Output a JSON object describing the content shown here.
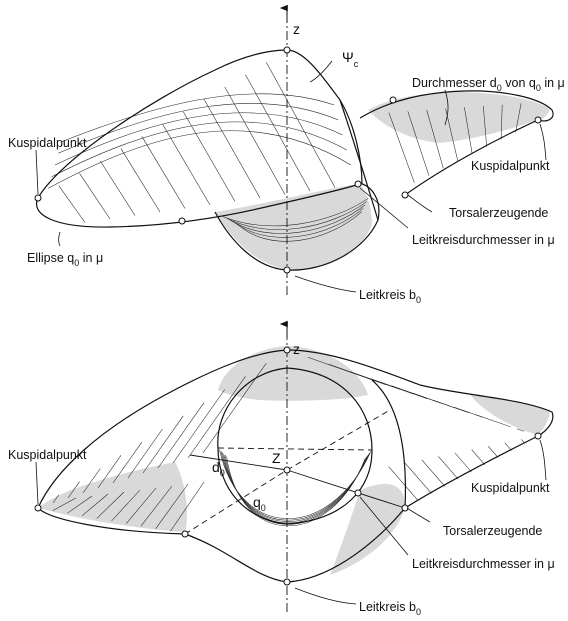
{
  "top": {
    "axis_label": "z",
    "psi": "Ψ",
    "psi_sub": "c",
    "cusp_left": "Kuspidalpunkt",
    "cusp_right": "Kuspidalpunkt",
    "diameter_a": "Durchmesser d",
    "diameter_sub": "0",
    "diameter_b": " von q",
    "diameter_sub2": "0",
    "diameter_c": " in μ",
    "torsal": "Torsalerzeugende",
    "leitkreis_diam": "Leitkreisdurchmesser in μ",
    "ellipse_a": "Ellipse q",
    "ellipse_sub": "0",
    "ellipse_b": " in μ",
    "leitkreis_a": "Leitkreis b",
    "leitkreis_sub": "0"
  },
  "bottom": {
    "axis_label": "z",
    "cusp_left": "Kuspidalpunkt",
    "cusp_right": "Kuspidalpunkt",
    "d": "d",
    "d_sub": "0",
    "center": "Z",
    "q": "q",
    "q_sub": "0",
    "torsal": "Torsalerzeugende",
    "leitkreis_diam": "Leitkreisdurchmesser in μ",
    "leitkreis_a": "Leitkreis b",
    "leitkreis_sub": "0"
  }
}
